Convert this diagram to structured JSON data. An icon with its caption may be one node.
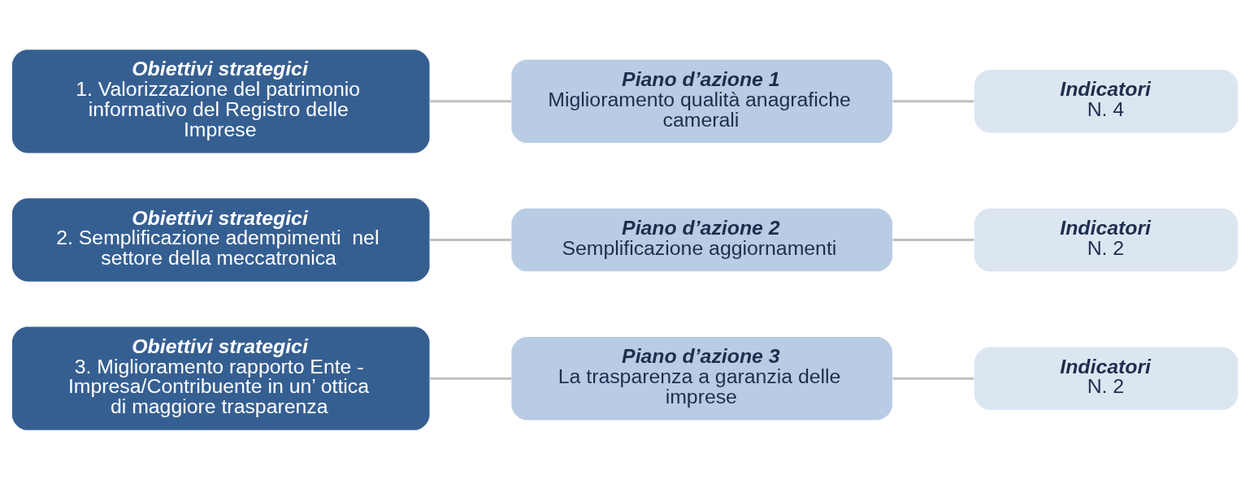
{
  "diagram": {
    "nodes": [
      {
        "text": [
          "Obiettivi strategici",
          "1. Valorizzazione del patrimonio informativo del Registro delle Imprese"
        ]
      },
      {
        "text": [
          "Piano d’azione 1",
          "Miglioramento qualità anagrafiche camerali"
        ]
      },
      {
        "text": [
          "Indicatori",
          "N. 4"
        ]
      },
      {
        "text": [
          "Obiettivi strategici",
          "2. Semplificazione adempimenti  nel settore della meccatronica"
        ]
      },
      {
        "text": [
          "Piano d’azione 2",
          "Semplificazione aggiornamenti"
        ]
      },
      {
        "text": [
          "Indicatori",
          "N. 2"
        ]
      },
      {
        "text": [
          "Obiettivi strategici",
          "3. Miglioramento rapporto Ente - Impresa/Contribuente in un’ ottica di maggiore trasparenza"
        ]
      },
      {
        "text": [
          "Piano d’azione 3",
          "La trasparenza a garanzia delle imprese"
        ]
      },
      {
        "text": [
          "Indicatori",
          "N. 2"
        ]
      }
    ],
    "edges": [
      {
        "from": 0,
        "to": 1,
        "arrow": "none"
      },
      {
        "from": 1,
        "to": 2,
        "arrow": "none"
      },
      {
        "from": 3,
        "to": 4,
        "arrow": "none"
      },
      {
        "from": 4,
        "to": 5,
        "arrow": "none"
      },
      {
        "from": 6,
        "to": 7,
        "arrow": "none"
      },
      {
        "from": 7,
        "to": 8,
        "arrow": "none"
      }
    ]
  }
}
